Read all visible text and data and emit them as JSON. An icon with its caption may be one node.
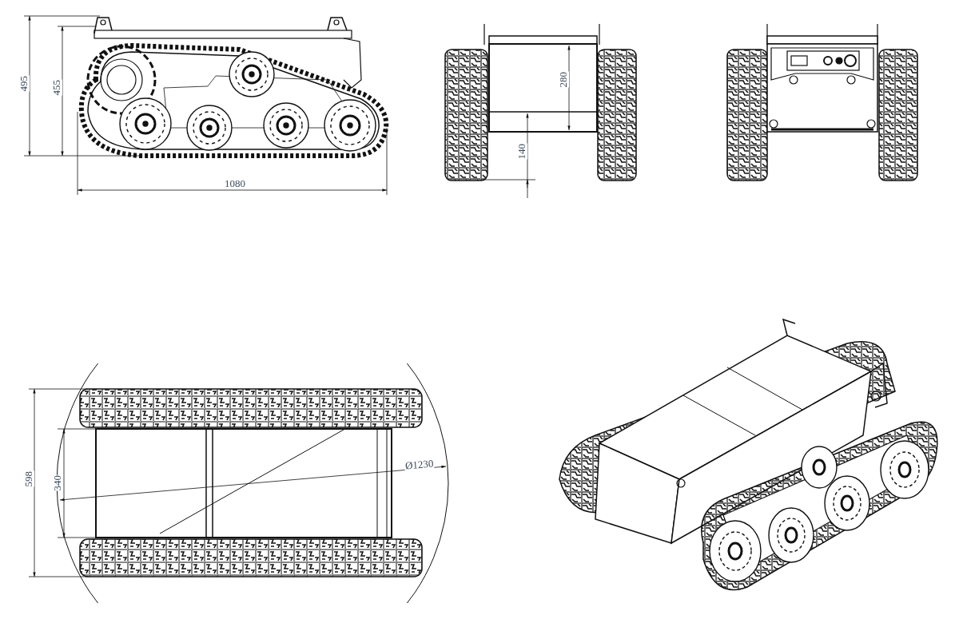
{
  "diagram": {
    "labels": [
      "495",
      "455",
      "1080",
      "280",
      "140",
      "598",
      "340",
      "Ø1230"
    ]
  }
}
